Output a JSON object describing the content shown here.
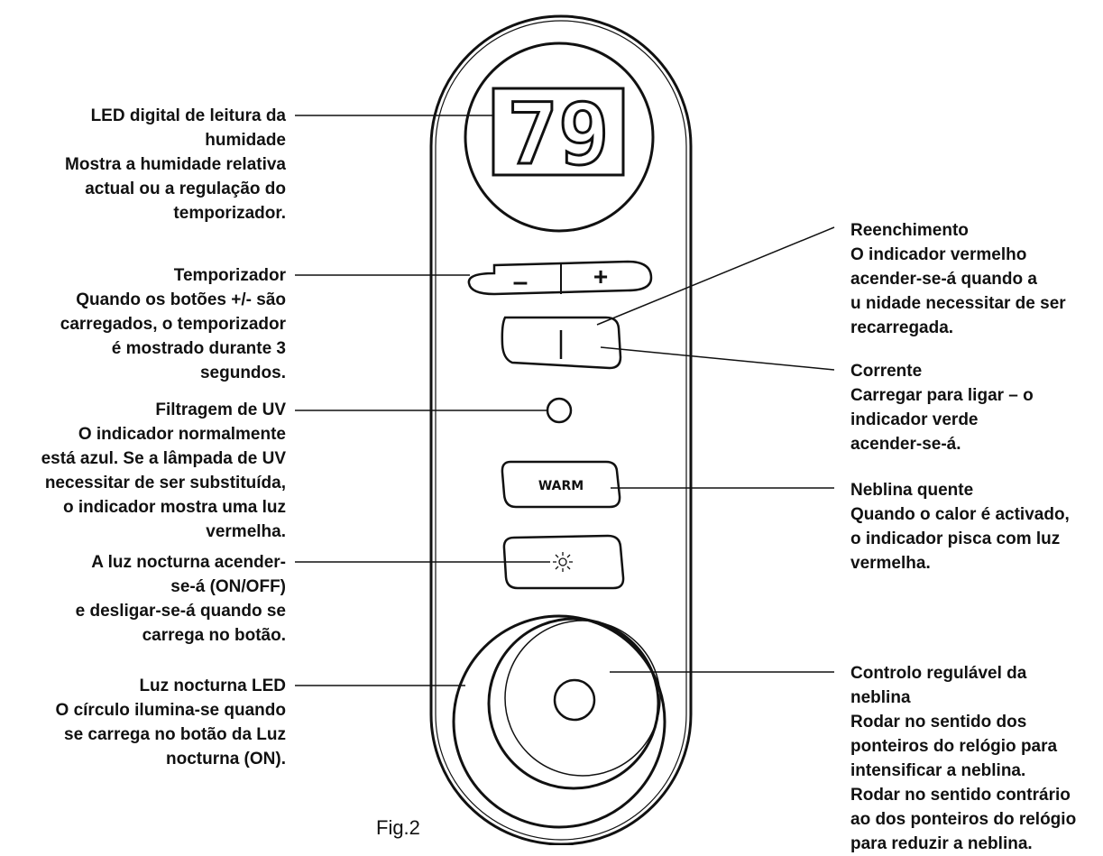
{
  "display": {
    "value": "79"
  },
  "buttons": {
    "minus": "–",
    "plus": "+",
    "warm": "WARM",
    "night_light_icon": "sun-icon",
    "power_icon": "power-bar-icon"
  },
  "labels": {
    "humidity_led": [
      "LED digital de leitura da",
      "humidade",
      "Mostra a humidade relativa",
      "actual ou a regulação do",
      "temporizador."
    ],
    "timer": [
      "Temporizador",
      "Quando os botões +/- são",
      "carregados, o temporizador",
      "é mostrado durante 3",
      "segundos."
    ],
    "uv_filter": [
      "Filtragem de UV",
      "O indicador normalmente",
      "está azul. Se a lâmpada de UV",
      "necessitar de ser substituída,",
      "o indicador mostra uma luz",
      "vermelha."
    ],
    "night_light": [
      "A luz nocturna acender-",
      "se-á (ON/OFF)",
      "e desligar-se-á quando se",
      "carrega no botão."
    ],
    "night_light_led": [
      "Luz nocturna LED",
      "O círculo ilumina-se quando",
      "se carrega no botão da Luz",
      "nocturna (ON)."
    ],
    "refill": [
      "Reenchimento",
      "O indicador vermelho",
      "acender-se-á quando a",
      "u nidade necessitar de ser",
      "recarregada."
    ],
    "power": [
      "Corrente",
      "Carregar para ligar – o",
      "indicador verde",
      "acender-se-á."
    ],
    "warm_mist": [
      "Neblina quente",
      "Quando o calor é activado,",
      "o indicador pisca com luz",
      "vermelha."
    ],
    "mist_control": [
      "Controlo regulável da",
      "neblina",
      "Rodar no sentido dos",
      "ponteiros do relógio para",
      "intensificar a neblina.",
      "Rodar no sentido contrário",
      "ao dos ponteiros do relógio",
      "para reduzir a neblina."
    ]
  },
  "figure_caption": "Fig.2"
}
